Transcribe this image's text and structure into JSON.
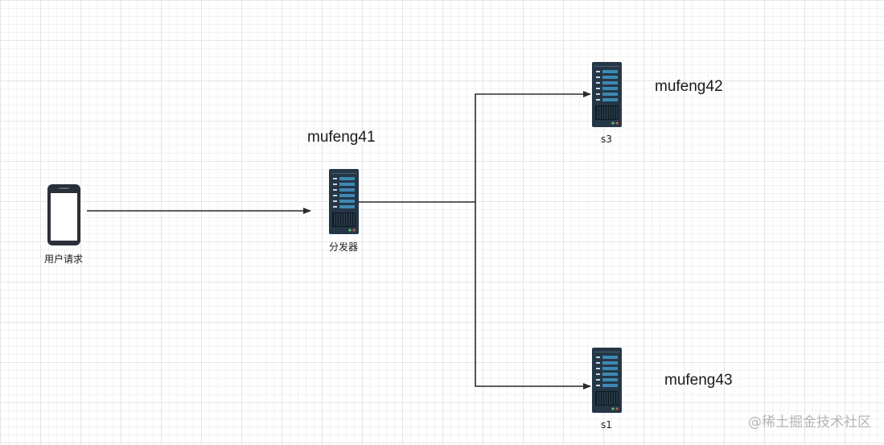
{
  "nodes": {
    "phone": {
      "label": "用户请求"
    },
    "dispatcher": {
      "label": "分发器",
      "host": "mufeng41"
    },
    "server_top": {
      "label": "s3",
      "host": "mufeng42"
    },
    "server_bottom": {
      "label": "s1",
      "host": "mufeng43"
    }
  },
  "watermark": "@稀土掘金技术社区",
  "colors": {
    "line": "#2b2b2b",
    "server_body": "#253747",
    "server_slot": "#3d89b3",
    "phone_body": "#2a2f38"
  }
}
